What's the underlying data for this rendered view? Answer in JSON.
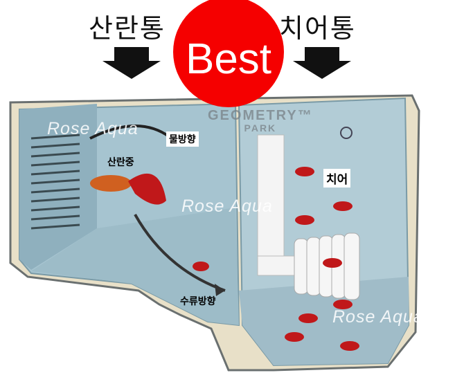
{
  "headers": {
    "left": "산란통",
    "right": "치어통"
  },
  "badge": {
    "text": "Best",
    "color": "#f50000"
  },
  "watermarks": [
    "Rose Aqua",
    "Rose Aqua",
    "Rose Aqua"
  ],
  "logo": {
    "line1": "GEOMETRY™",
    "line2": "PARK"
  },
  "labels": {
    "water_direction": "물방향",
    "spawning": "산란중",
    "fry": "치어",
    "flow_direction": "수류방향"
  }
}
